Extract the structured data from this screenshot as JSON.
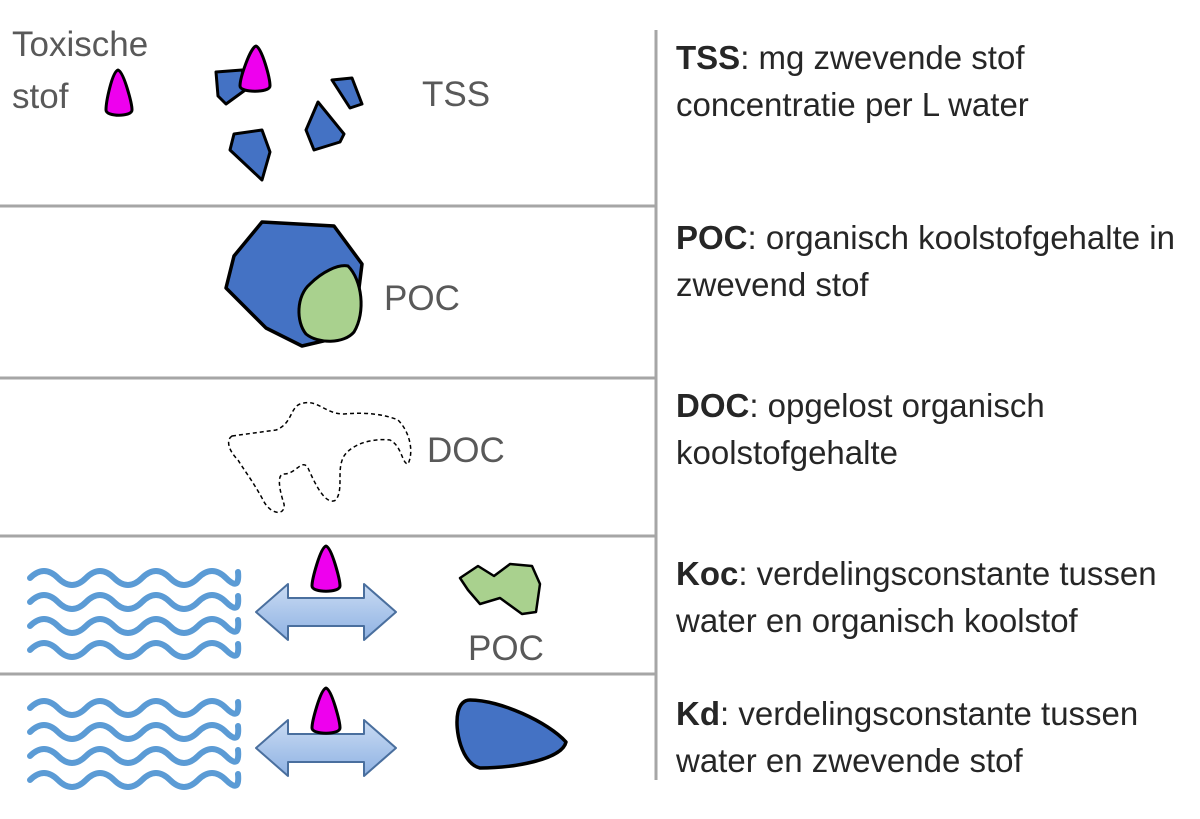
{
  "labels": {
    "toxic_line1": "Toxische",
    "toxic_line2": "stof",
    "tss": "TSS",
    "poc": "POC",
    "doc": "DOC",
    "poc_koc": "POC"
  },
  "definitions": [
    {
      "term": "TSS",
      "text": ": mg zwevende stof concentratie per L water"
    },
    {
      "term": "POC",
      "text": ": organisch koolstofgehalte in zwevend stof"
    },
    {
      "term": "DOC",
      "text": ": opgelost organisch koolstofgehalte"
    },
    {
      "term": "Koc",
      "text": ": verdelingsconstante tussen water en organisch koolstof"
    },
    {
      "term": "Kd",
      "text": ": verdelingsconstante tussen water en zwevende stof"
    }
  ],
  "colors": {
    "toxic": "#ee00ee",
    "particle": "#4472c4",
    "organic": "#a9d18e",
    "water": "#5b9bd5",
    "arrow": "#adc8ec",
    "divider": "#a6a6a6"
  }
}
